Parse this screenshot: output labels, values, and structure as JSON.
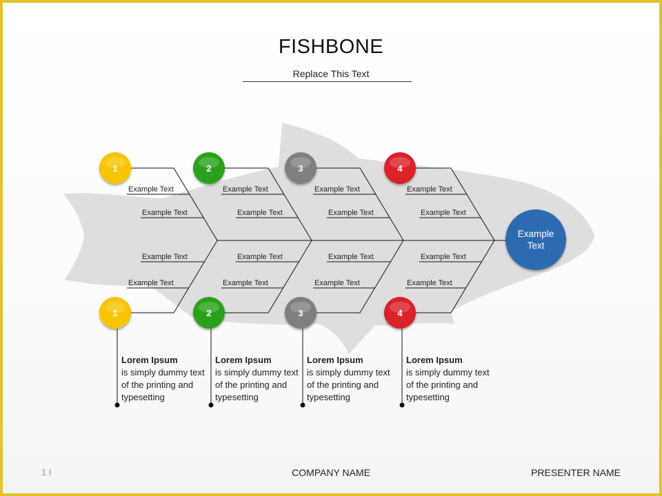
{
  "title": "FISHBONE",
  "subtitle": "Replace This Text",
  "head": {
    "label_line1": "Example",
    "label_line2": "Text",
    "color": "#2f6bb0"
  },
  "columns": [
    {
      "number": "1",
      "color": "#f7c400",
      "top_labels": [
        "Example Text",
        "Example Text"
      ],
      "bottom_labels": [
        "Example Text",
        "Example Text"
      ],
      "desc": {
        "heading": "Lorem Ipsum",
        "body": "is simply dummy text of the printing and typesetting"
      }
    },
    {
      "number": "2",
      "color": "#2ca01c",
      "top_labels": [
        "Example Text",
        "Example Text"
      ],
      "bottom_labels": [
        "Example Text",
        "Example Text"
      ],
      "desc": {
        "heading": "Lorem Ipsum",
        "body": "is simply dummy text of the printing and typesetting"
      }
    },
    {
      "number": "3",
      "color": "#7f7f7f",
      "top_labels": [
        "Example Text",
        "Example Text"
      ],
      "bottom_labels": [
        "Example Text",
        "Example Text"
      ],
      "desc": {
        "heading": "Lorem Ipsum",
        "body": "is simply dummy text of the printing and typesetting"
      }
    },
    {
      "number": "4",
      "color": "#d9202a",
      "top_labels": [
        "Example Text",
        "Example Text"
      ],
      "bottom_labels": [
        "Example Text",
        "Example Text"
      ],
      "desc": {
        "heading": "Lorem Ipsum",
        "body": "is simply dummy text of the printing and typesetting"
      }
    }
  ],
  "footer": {
    "page": "1 I",
    "company": "COMPANY NAME",
    "presenter": "PRESENTER NAME"
  }
}
